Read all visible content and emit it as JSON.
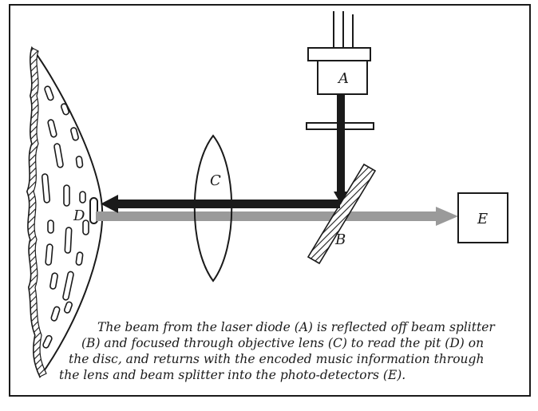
{
  "labels": {
    "laser_diode": "A",
    "beam_splitter": "B",
    "objective_lens": "C",
    "pit": "D",
    "photo_detectors": "E"
  },
  "caption": [
    "The beam from the laser diode (A) is reflected off beam splitter",
    "(B) and focused through objective lens (C) to read the pit (D) on",
    "the disc, and returns with the encoded music information through",
    "the lens and beam splitter into the photo-detectors (E)."
  ],
  "colors": {
    "ink": "#1a1a1a",
    "return_beam": "#9a9a9a"
  }
}
